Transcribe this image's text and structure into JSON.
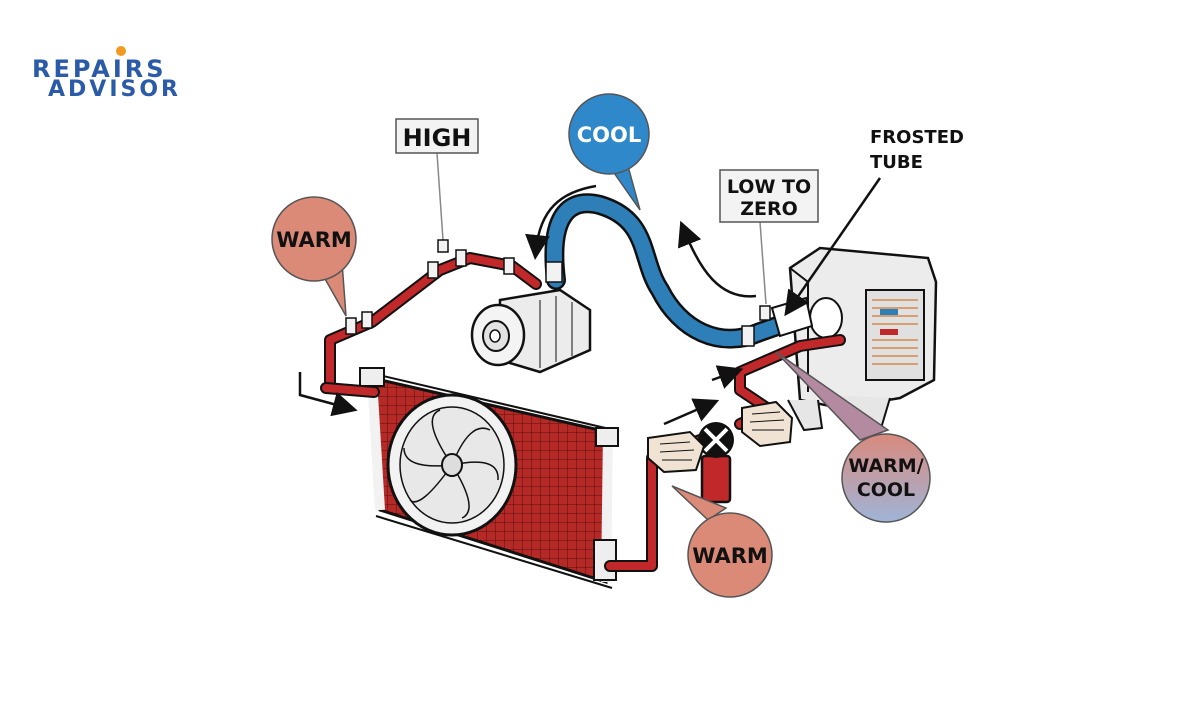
{
  "logo": {
    "line1": "REPAIRS",
    "line2": "ADVISOR"
  },
  "labels": {
    "high": "HIGH",
    "cool": "COOL",
    "frosted_line1": "FROSTED",
    "frosted_line2": "TUBE",
    "low_line1": "LOW TO",
    "low_line2": "ZERO",
    "warm_left": "WARM",
    "warm_bottom": "WARM",
    "warm_cool_line1": "WARM/",
    "warm_cool_line2": "COOL"
  },
  "colors": {
    "hot_line": "#c0282a",
    "cold_line": "#2e7fb8",
    "warm_bubble": "#dc8a78",
    "cool_bubble": "#2f88c9",
    "condenser": "#b52a26",
    "logo_blue": "#2a5aa8",
    "logo_orange": "#f29a1f"
  }
}
